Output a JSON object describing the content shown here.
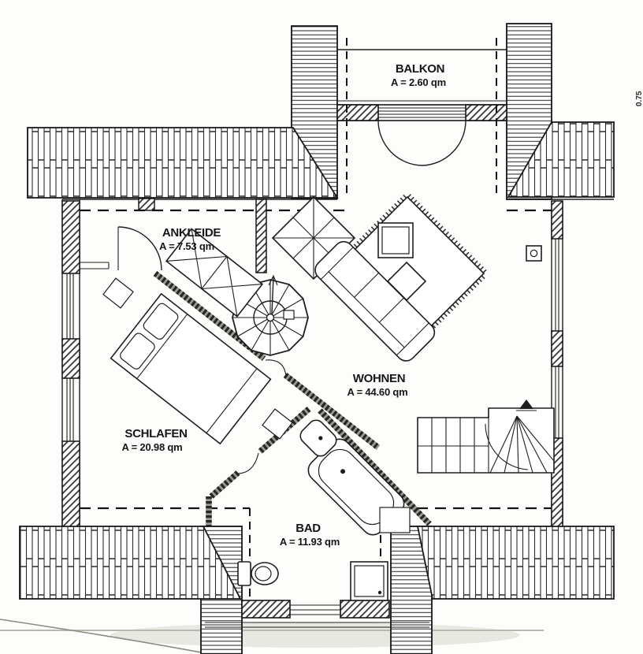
{
  "document": {
    "kind": "scanned architectural floor plan (upper storey)",
    "language": "German",
    "unit_suffix": "qm"
  },
  "rooms": {
    "balkon": {
      "name": "BALKON",
      "area": "A = 2.60 qm"
    },
    "ankleide": {
      "name": "ANKLEIDE",
      "area": "A = 7.53 qm"
    },
    "wohnen": {
      "name": "WOHNEN",
      "area": "A = 44.60 qm"
    },
    "schlafen": {
      "name": "SCHLAFEN",
      "area": "A = 20.98 qm"
    },
    "bad": {
      "name": "BAD",
      "area": "A = 11.93 qm"
    }
  },
  "annotations": {
    "edge_dimension": "0.75"
  },
  "features": [
    "spiral-staircase",
    "main-staircase",
    "double-balcony-door",
    "bed",
    "wardrobe",
    "sofa-set",
    "coffee-table",
    "bathtub",
    "sink",
    "toilet",
    "shower"
  ],
  "colors": {
    "ink": "#1e1e1e",
    "paper": "#fdfdfb",
    "smudge": "#cfcfc6"
  }
}
